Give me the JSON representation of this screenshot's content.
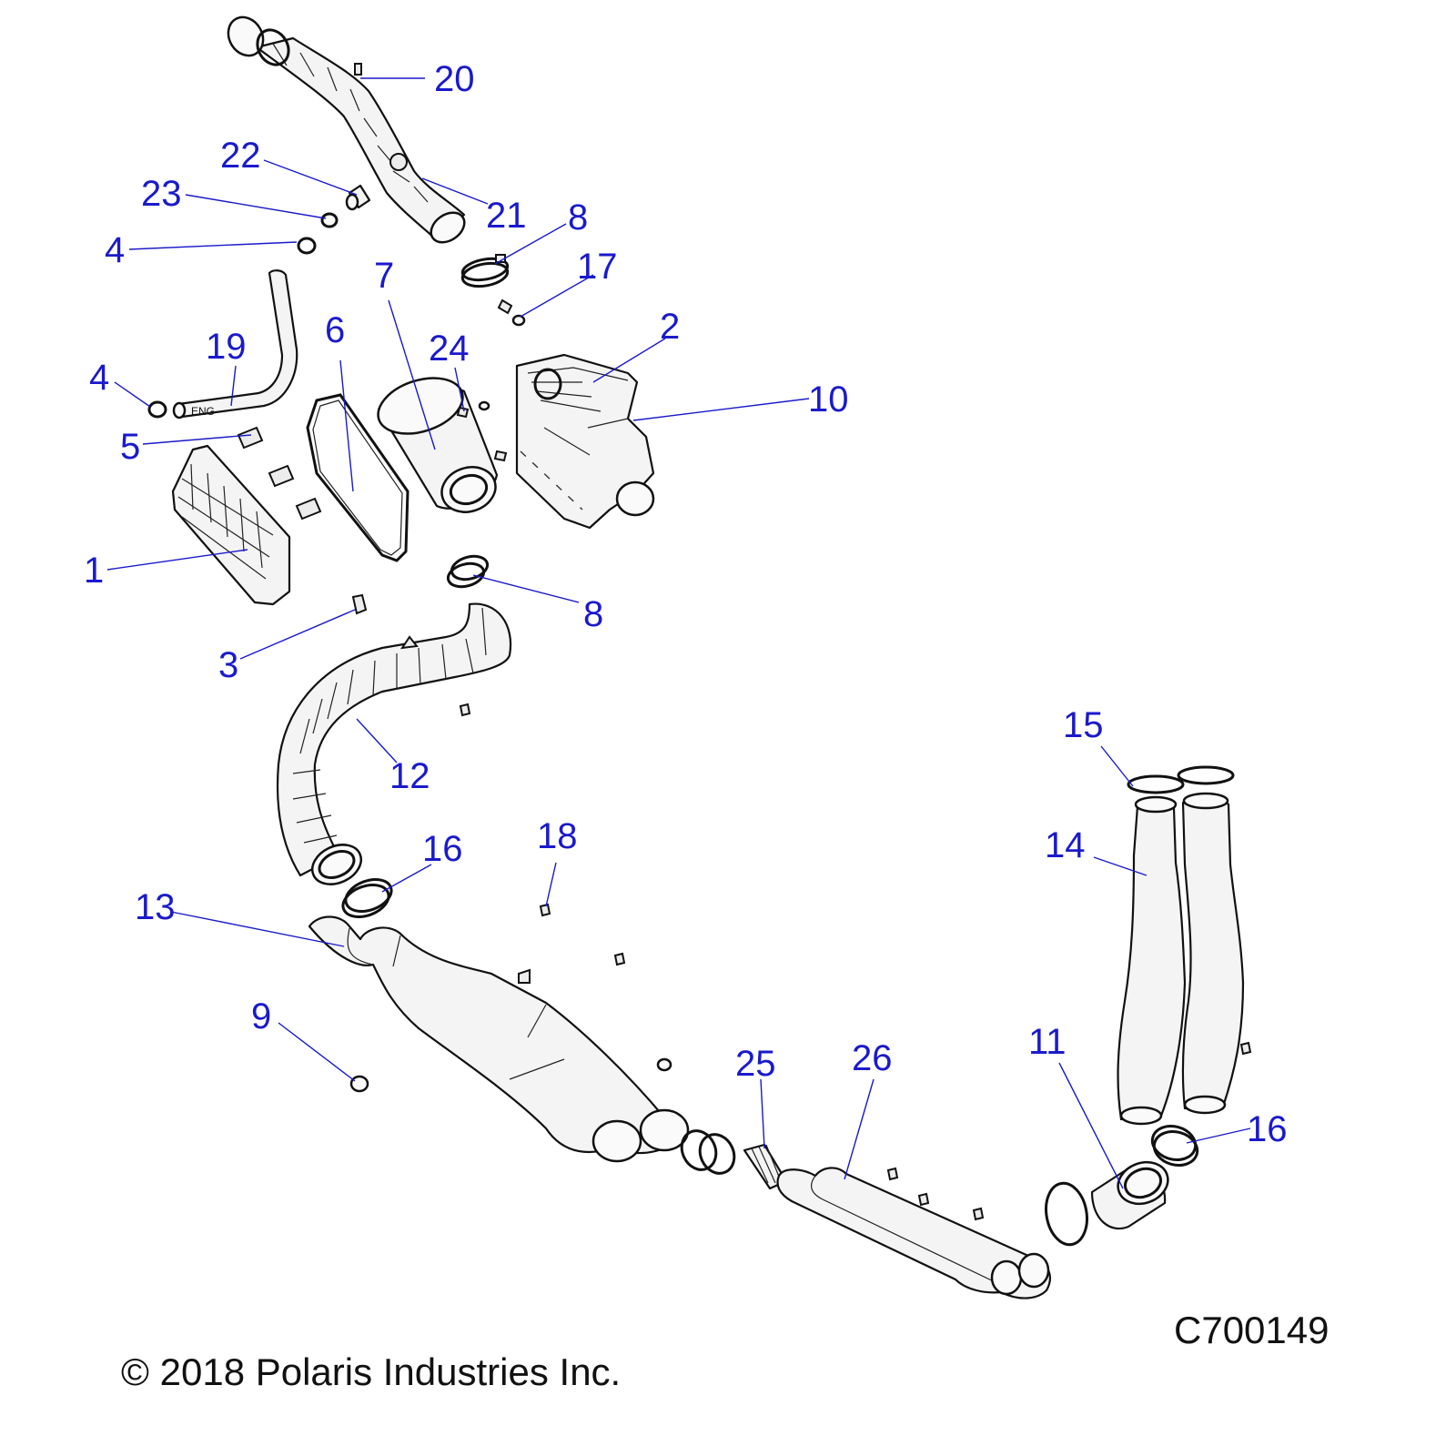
{
  "diagram": {
    "drawing_number": "C700149",
    "copyright": "© 2018 Polaris Industries Inc.",
    "hose_marking": "ENG",
    "callouts": [
      "1",
      "2",
      "3",
      "4",
      "4",
      "5",
      "6",
      "7",
      "8",
      "8",
      "9",
      "10",
      "11",
      "12",
      "13",
      "14",
      "15",
      "16",
      "16",
      "17",
      "18",
      "19",
      "20",
      "21",
      "22",
      "23",
      "24",
      "25",
      "26"
    ],
    "colors": {
      "callout": "#1a1acc",
      "linework": "#111111",
      "part_fill": "#f4f4f4"
    }
  }
}
